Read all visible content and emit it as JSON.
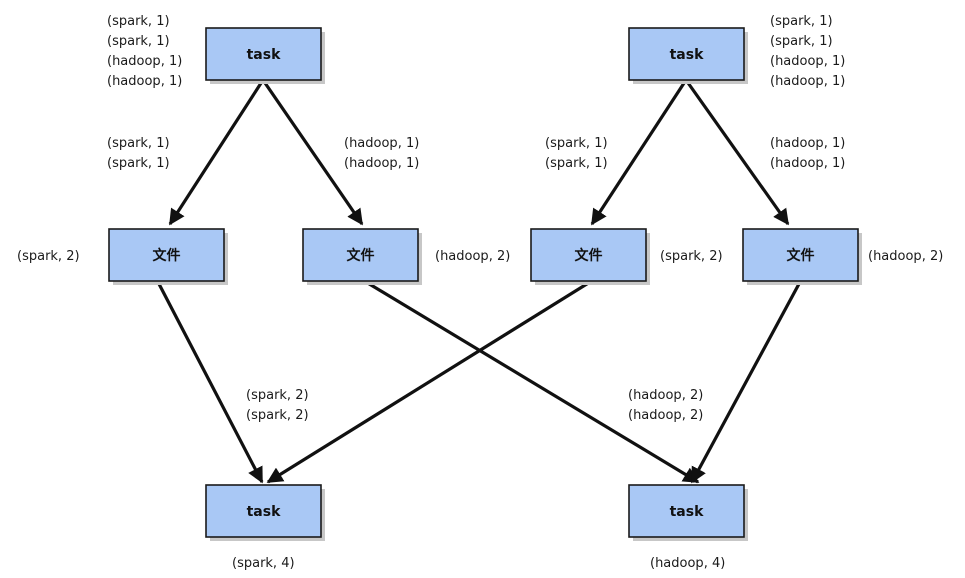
{
  "nodes": {
    "task_top_left": "task",
    "task_top_right": "task",
    "file_1": "文件",
    "file_2": "文件",
    "file_3": "文件",
    "file_4": "文件",
    "task_bottom_left": "task",
    "task_bottom_right": "task"
  },
  "labels": {
    "top_left_list": [
      "(spark, 1)",
      "(spark, 1)",
      "(hadoop, 1)",
      "(hadoop, 1)"
    ],
    "top_right_list": [
      "(spark, 1)",
      "(spark, 1)",
      "(hadoop, 1)",
      "(hadoop, 1)"
    ],
    "edge_tl_f1": [
      "(spark, 1)",
      "(spark, 1)"
    ],
    "edge_tl_f2": [
      "(hadoop, 1)",
      "(hadoop, 1)"
    ],
    "edge_tr_f3": [
      "(spark, 1)",
      "(spark, 1)"
    ],
    "edge_tr_f4": [
      "(hadoop, 1)",
      "(hadoop, 1)"
    ],
    "file_1_result": "(spark, 2)",
    "file_2_result": "(hadoop, 2)",
    "file_3_result": "(spark, 2)",
    "file_4_result": "(hadoop, 2)",
    "edge_to_bottom_left": [
      "(spark, 2)",
      "(spark, 2)"
    ],
    "edge_to_bottom_right": [
      "(hadoop, 2)",
      "(hadoop, 2)"
    ],
    "bottom_left_result": "(spark, 4)",
    "bottom_right_result": "(hadoop, 4)"
  },
  "colors": {
    "box_fill": "#a9c8f5",
    "stroke": "#111111"
  }
}
